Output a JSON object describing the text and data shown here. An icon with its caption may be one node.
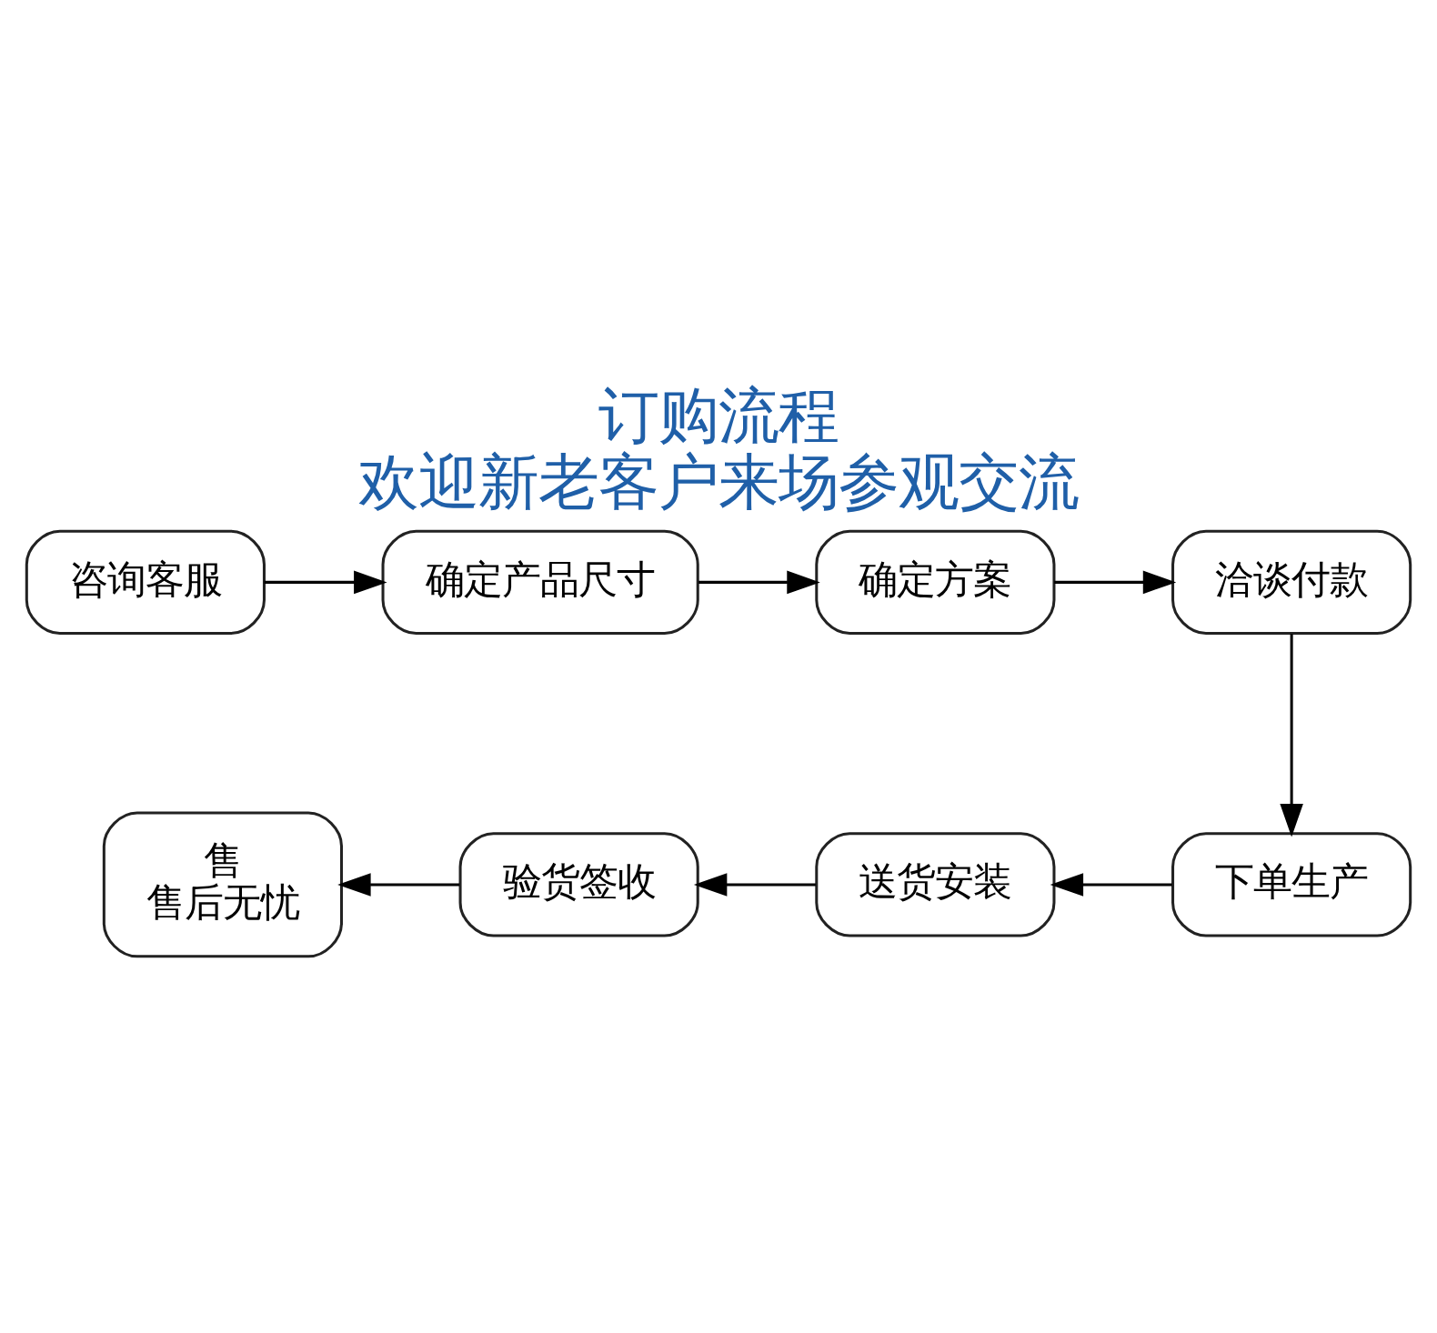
{
  "diagram": {
    "title": "订购流程",
    "caption": "欢迎新老客户来场参观交流",
    "nodes": [
      {
        "text": [
          "咨询客服"
        ]
      },
      {
        "text": [
          "确定产品尺寸"
        ]
      },
      {
        "text": [
          "确定方案"
        ]
      },
      {
        "text": [
          "洽谈付款"
        ]
      },
      {
        "text": [
          "下单生产"
        ]
      },
      {
        "text": [
          "送货安装"
        ]
      },
      {
        "text": [
          "验货签收"
        ]
      },
      {
        "text": [
          "售",
          "售后无忧"
        ]
      }
    ],
    "edges": [
      {
        "from": 0,
        "to": 1,
        "arrow": "to"
      },
      {
        "from": 1,
        "to": 2,
        "arrow": "to"
      },
      {
        "from": 2,
        "to": 3,
        "arrow": "to"
      },
      {
        "from": 3,
        "to": 4,
        "arrow": "to"
      },
      {
        "from": 4,
        "to": 5,
        "arrow": "to"
      },
      {
        "from": 5,
        "to": 6,
        "arrow": "to"
      },
      {
        "from": 6,
        "to": 7,
        "arrow": "to"
      }
    ]
  }
}
